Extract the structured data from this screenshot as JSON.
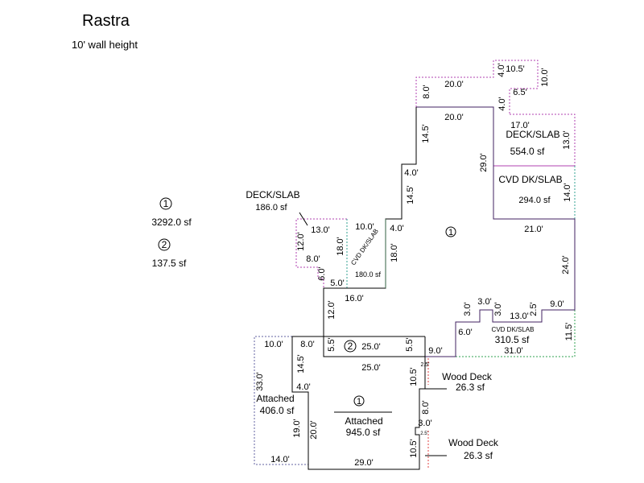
{
  "header": {
    "title": "Rastra",
    "subtitle": "10' wall height"
  },
  "legend": [
    {
      "marker": "1",
      "area": "3292.0 sf"
    },
    {
      "marker": "2",
      "area": "137.5 sf"
    }
  ],
  "areas": {
    "deck_top": {
      "name": "DECK/SLAB",
      "area": "554.0 sf"
    },
    "cvd_right": {
      "name": "CVD DK/SLAB",
      "area": "294.0 sf"
    },
    "deck_left": {
      "name": "DECK/SLAB",
      "area": "186.0 sf"
    },
    "cvd_left": {
      "name": "CVD DK/SLAB",
      "area": "180.0 sf"
    },
    "cvd_bottom": {
      "name": "CVD DK/SLAB",
      "area": "310.5 sf"
    },
    "attached_left": {
      "name": "Attached",
      "area": "406.0 sf"
    },
    "attached_main": {
      "name": "Attached",
      "area": "945.0 sf"
    },
    "wood_deck_1": {
      "name": "Wood Deck",
      "area": "26.3 sf"
    },
    "wood_deck_2": {
      "name": "Wood Deck",
      "area": "26.3 sf"
    }
  },
  "markers": {
    "m1_main": "1",
    "m1_attached": "1",
    "m2_section": "2"
  },
  "dims": {
    "top_10_5": "10.5'",
    "top_4_0": "4.0'",
    "top_10_0": "10.0'",
    "top_6_5": "6.5'",
    "top_20_0": "20.0'",
    "top_8_0": "8.0'",
    "top_4_0b": "4.0'",
    "main_20_0": "20.0'",
    "deck_17_0": "17.0'",
    "deck_13_0": "13.0'",
    "main_14_5": "14.5'",
    "main_29_0": "29.0'",
    "main_4_0": "4.0'",
    "main_14_5b": "14.5'",
    "cvd_14_0": "14.0'",
    "main_21_0": "21.0'",
    "dl_13_0": "13.0'",
    "dl_12_0": "12.0'",
    "dl_8_0": "8.0'",
    "dl_6_0": "6.0'",
    "dl_5_0": "5.0'",
    "cl_10_0": "10.0'",
    "cl_18_0": "18.0'",
    "main_4_0c": "4.0'",
    "main_18_0": "18.0'",
    "main_24_0": "24.0'",
    "main_16_0": "16.0'",
    "main_12_0": "12.0'",
    "cb_3_0": "3.0'",
    "cb_3_0b": "3.0'",
    "cb_3_0c": "3.0'",
    "cb_2_5": "2.5'",
    "cb_9_0": "9.0'",
    "cb_13_0": "13.0'",
    "cb_6_0": "6.0'",
    "cb_9_0b": "9.0'",
    "cb_11_5": "11.5'",
    "cb_31_0": "31.0'",
    "s2_8_0": "8.0'",
    "s2_5_5": "5.5'",
    "s2_25_0": "25.0'",
    "s2_5_5b": "5.5'",
    "al_10_0": "10.0'",
    "al_14_5": "14.5'",
    "al_33_0": "33.0'",
    "al_4_0": "4.0'",
    "am_25_0": "25.0'",
    "am_10_5": "10.5'",
    "am_2_5": "2.5'",
    "am_8_0": "8.0'",
    "am_3_0": "3.0'",
    "am_2_5b": "2.5'",
    "am_19_0": "19.0'",
    "am_20_0": "20.0'",
    "am_10_5b": "10.5'",
    "al_14_0": "14.0'",
    "am_29_0": "29.0'"
  }
}
